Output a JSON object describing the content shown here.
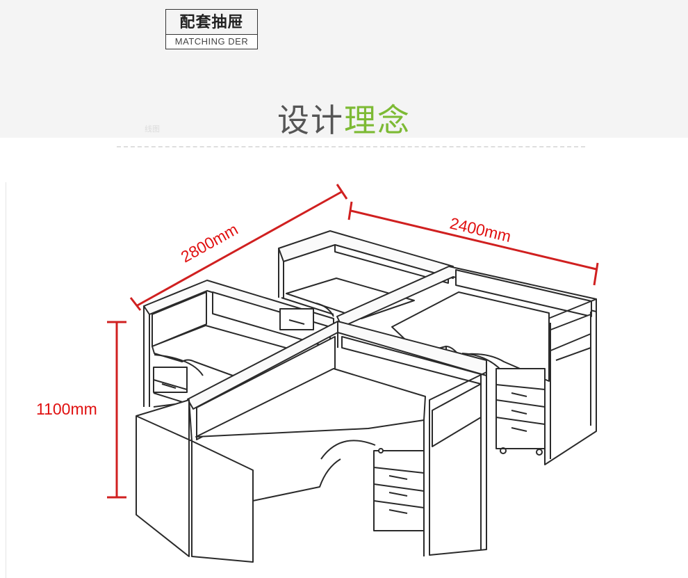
{
  "badge": {
    "title_cn": "配套抽屉",
    "subtitle_en": "MATCHING DER"
  },
  "heading": {
    "part1": "设计",
    "part2": "理念",
    "faint_text": "线图"
  },
  "dimensions": {
    "depth": "2800mm",
    "width": "2400mm",
    "height": "1100mm"
  },
  "colors": {
    "accent_green": "#7dba34",
    "dimension_red": "#e01010",
    "title_gray": "#555555"
  }
}
